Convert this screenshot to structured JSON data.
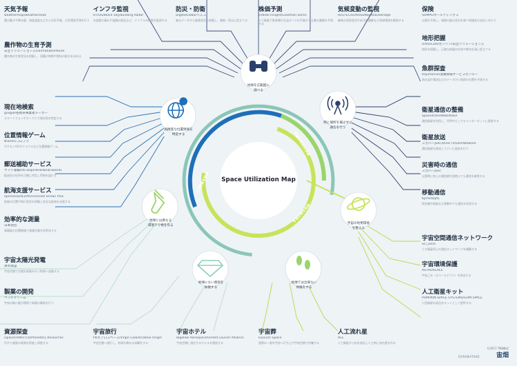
{
  "title": "Space Utilization Map",
  "arcs": {
    "blue": "人工衛星を利用",
    "green_top": "宇宙の利用を促進",
    "green_bottom": "宇宙空間を利用"
  },
  "hubs": {
    "binoculars": "地球を広範囲に\n調べる",
    "position": "高精度な位置情報を\n特定する",
    "signal": "時と場所を選ばずに\n通信を行う",
    "planet": "宇宙の利用環境\nを整える",
    "flask": "地球とは異なる\n環境下で物を作る",
    "gem": "地球にない資源を\n採掘する",
    "footprints": "地球では出来ない\n体験をする"
  },
  "items": {
    "weather": {
      "title": "天気予報",
      "sub": "weathermap/weathernews",
      "desc": "雲の動きや降水量、海面温度などから天気予報、大気環境予測を行う"
    },
    "agri": {
      "title": "農作物の生育予測",
      "sub": "日立ソリューションズ/FarmShots/Planet",
      "desc": "農作物の生育状況を把握し、収穫の時期や肥料の配分を決める"
    },
    "infra": {
      "title": "インフラ監視",
      "sub": "UTILIS/Black Sky/Building Radar",
      "desc": "水道管の漏水や道路の陥没など、インフラの状態を監視する"
    },
    "disaster": {
      "title": "防災・防衛",
      "sub": "DigitalGlobe/パスコ",
      "desc": "被災データから被害状況を把握し、救助・防災に役立てる"
    },
    "stock": {
      "title": "株価予測",
      "sub": "Orbital Insight/Goldman Sachs",
      "desc": "人工衛星で駐車場や石油タンクの写真から企業の業績を予測する"
    },
    "climate": {
      "title": "気候変動の監視",
      "sub": "RESTEC/EUROSENSE/BlackBridge",
      "desc": "森林の伐採状況や氷河の融解など地球環境を観測する"
    },
    "insurance": {
      "title": "保険",
      "sub": "SOMPOホールディングス",
      "desc": "災害を予測し、損害の被災状況を調べ保険金の支払いを行う"
    },
    "terrain": {
      "title": "地形把握",
      "sub": "UrtheCast/ゼンリン/日立ソリューションズ",
      "desc": "地形を把握し、正確な地図の作成や都市計画に役立てる"
    },
    "fish": {
      "title": "魚群探査",
      "sub": "Raymarine/漁業情報サービスセンター",
      "desc": "海水温や潮流などのデータから魚群の位置を予測する"
    },
    "location": {
      "title": "現在地検索",
      "sub": "google/各携帯事業者メーカー",
      "desc": "スマートフォンやカーナビで現在地を特定する"
    },
    "game": {
      "title": "位置情報ゲーム",
      "sub": "Niantic/コロプラ",
      "desc": "ポケモンGOやドラクエなど位置情報ゲーム"
    },
    "delivery": {
      "title": "郵送補助サービス",
      "sub": "ヤマト運輸/Uk-wap/OkHi/what3words",
      "desc": "配送先の住所を正確に特定し荷物を届ける"
    },
    "sailing": {
      "title": "航海支援サービス",
      "sub": "Spire/exactEarth/Forecast Ocean Plus",
      "desc": "船舶の位置や航行状況を把握し安全な航海を支援する"
    },
    "survey": {
      "title": "効率的な測量",
      "sub": "日本測位",
      "desc": "高精度の位置情報で測量作業を効率化する"
    },
    "satcom": {
      "title": "衛星通信の整備",
      "sub": "SpaceX/OneWeb/KDDI",
      "desc": "通信衛星を利用し、世界中どこでもインターネットに接続する"
    },
    "broadcast": {
      "title": "衛星放送",
      "sub": "スカパーJSAT/DirecTV/DishNetwork",
      "desc": "通信衛星を経由してテレビ放送を行う"
    },
    "emergency": {
      "title": "災害時の通信",
      "sub": "スカパーJSAT",
      "desc": "災害時に地上の通信網が途絶えても通信を確保する"
    },
    "mobile": {
      "title": "移動通信",
      "sub": "Kymeta/JAL",
      "desc": "航空機や船舶など移動中でも通信を利用する"
    },
    "solar": {
      "title": "宇宙太陽光発電",
      "sub": "清水建設",
      "desc": "宇宙空間で太陽光発電を行い地球へ送電する"
    },
    "devel": {
      "title": "製薬の開発",
      "sub": "ペプチドリーム",
      "desc": "宇宙の微小重力環境で新薬の開発を行う"
    },
    "resource": {
      "title": "資源探査",
      "sub": "ispace(HAKUTO)/Planetary Resources",
      "desc": "月や小惑星の資源を探査し採掘する"
    },
    "travel": {
      "title": "宇宙旅行",
      "sub": "PDエアロスペース/Virgin Galactic/Blue Origin",
      "desc": "宇宙空間へ旅行し、地球を眺める体験をする"
    },
    "hotel": {
      "title": "宇宙ホテル",
      "sub": "Bigelow Aerospace/United Launch Alliance",
      "desc": "宇宙空間に滞在するホテルを建設する"
    },
    "funeral": {
      "title": "宇宙葬",
      "sub": "Elysium Space",
      "desc": "遺骨の一部を宇宙へ打ち上げ宇宙空間で供養する"
    },
    "meteor": {
      "title": "人工流れ星",
      "sub": "ALE",
      "desc": "人工衛星から粒を放出し人工的に流れ星を作る"
    },
    "spacenet": {
      "title": "宇宙空間通信ネットワーク",
      "sub": "Sci_zone",
      "desc": "人工衛星同士の通信ネットワークを構築する"
    },
    "envprot": {
      "title": "宇宙環境保護",
      "sub": "ASTROSCALE",
      "desc": "宇宙ごみ（スペースデブリ）を除去する"
    },
    "kit": {
      "title": "人工衛星キット",
      "sub": "PUMPKIN SPACE SYSTEMS/GOM SPACE",
      "desc": "小型衛星の部品をキットとして提供する"
    }
  },
  "credit": "©2017 TNB株式",
  "brand": "SORABATAKE",
  "logo": "宙畑",
  "colors": {
    "blue": "#1e6fb8",
    "green": "#8bc63f",
    "teal": "#6ec6b0",
    "navy": "#2b3f6b"
  }
}
